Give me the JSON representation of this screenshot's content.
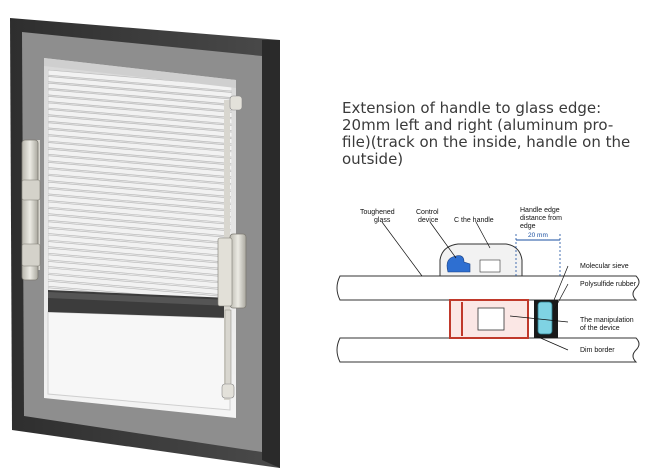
{
  "heading": {
    "lines": [
      "Extension of handle to glass edge:",
      "20mm left and right (aluminum pro-",
      "file)(track on the inside, handle on the",
      "outside)"
    ]
  },
  "diagram": {
    "labels": {
      "toughened_1": "Toughened",
      "toughened_2": "glass",
      "control_1": "Control",
      "control_2": "device",
      "c_handle": "C the handle",
      "handle_edge_1": "Handle edge",
      "handle_edge_2": "distance from",
      "handle_edge_3": "edge",
      "dimension": "20 mm",
      "molecular_sieve": "Molecular sieve",
      "polysulfide": "Polysulfide rubber",
      "manipulation_1": "The manipulation",
      "manipulation_2": "of the device",
      "dim_border": "Dim border"
    }
  },
  "colors": {
    "frame": "#3c3c3c",
    "inner_frame": "#8e8e8e",
    "blind_slat": "#f2f2f2",
    "spacer_red": "#c0392b",
    "molecular_sieve": "#7fd3e3",
    "sealant": "#1a1a1a",
    "dimension_blue": "#1a4fa0"
  }
}
